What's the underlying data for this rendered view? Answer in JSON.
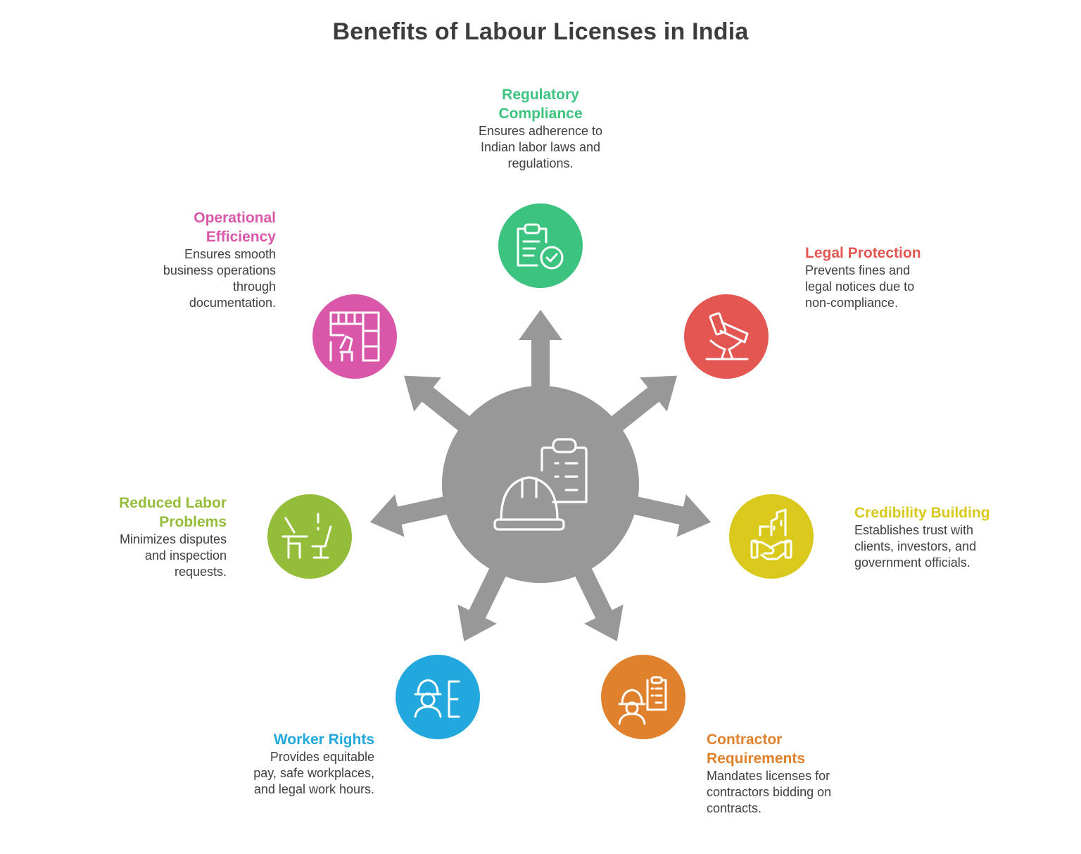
{
  "title": "Benefits of Labour Licenses in India",
  "colors": {
    "arrow": "#989898",
    "hub": "#989898",
    "icon_stroke": "#ffffff"
  },
  "hub": {
    "icons": [
      "hard-hat-icon",
      "clipboard-icon"
    ]
  },
  "benefits": [
    {
      "key": "regulatory",
      "heading": "Regulatory\nCompliance",
      "description": "Ensures adherence to\nIndian labor laws and\nregulations.",
      "color": "#3cc37f",
      "icon": "clipboard-check-icon"
    },
    {
      "key": "legal",
      "heading": "Legal Protection",
      "description": "Prevents fines and\nlegal notices due to\nnon-compliance.",
      "color": "#e35651",
      "icon": "gavel-icon"
    },
    {
      "key": "credibility",
      "heading": "Credibility Building",
      "description": "Establishes trust with\nclients, investors, and\ngovernment officials.",
      "color": "#d9c91c",
      "icon": "handshake-building-icon"
    },
    {
      "key": "contractor",
      "heading": "Contractor\nRequirements",
      "description": "Mandates licenses for\ncontractors bidding on\ncontracts.",
      "color": "#e0812e",
      "icon": "worker-clipboard-icon"
    },
    {
      "key": "worker",
      "heading": "Worker Rights",
      "description": "Provides equitable\npay, safe workplaces,\nand legal work hours.",
      "color": "#22a8dc",
      "icon": "worker-icon"
    },
    {
      "key": "reduced",
      "heading": "Reduced Labor\nProblems",
      "description": "Minimizes disputes\nand inspection\nrequests.",
      "color": "#94bd3a",
      "icon": "desk-chair-icon"
    },
    {
      "key": "operational",
      "heading": "Operational\nEfficiency",
      "description": "Ensures smooth\nbusiness operations\nthrough\ndocumentation.",
      "color": "#d957a9",
      "icon": "office-layout-icon"
    }
  ]
}
